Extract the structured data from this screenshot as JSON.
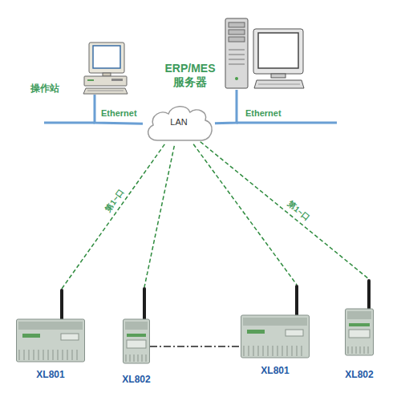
{
  "diagram": {
    "nodes": [
      {
        "text": [
          "操作站"
        ]
      },
      {
        "text": [
          "ERP/MES 服务器"
        ]
      },
      {
        "text": [
          "LAN"
        ]
      },
      {
        "text": [
          "XL801"
        ]
      },
      {
        "text": [
          "XL802"
        ]
      },
      {
        "text": [
          "XL801"
        ]
      },
      {
        "text": [
          "XL802"
        ]
      }
    ],
    "edges": [
      {
        "from": 0,
        "to": 2,
        "arrow": "none",
        "label": "Ethernet"
      },
      {
        "from": 1,
        "to": 2,
        "arrow": "none",
        "label": "Ethernet"
      },
      {
        "from": 2,
        "to": 3,
        "arrow": "none",
        "label": "第1~口"
      },
      {
        "from": 2,
        "to": 4,
        "arrow": "none"
      },
      {
        "from": 2,
        "to": 5,
        "arrow": "none"
      },
      {
        "from": 2,
        "to": 6,
        "arrow": "none",
        "label": "第1~口"
      },
      {
        "from": 4,
        "to": 5,
        "arrow": "none"
      }
    ]
  }
}
